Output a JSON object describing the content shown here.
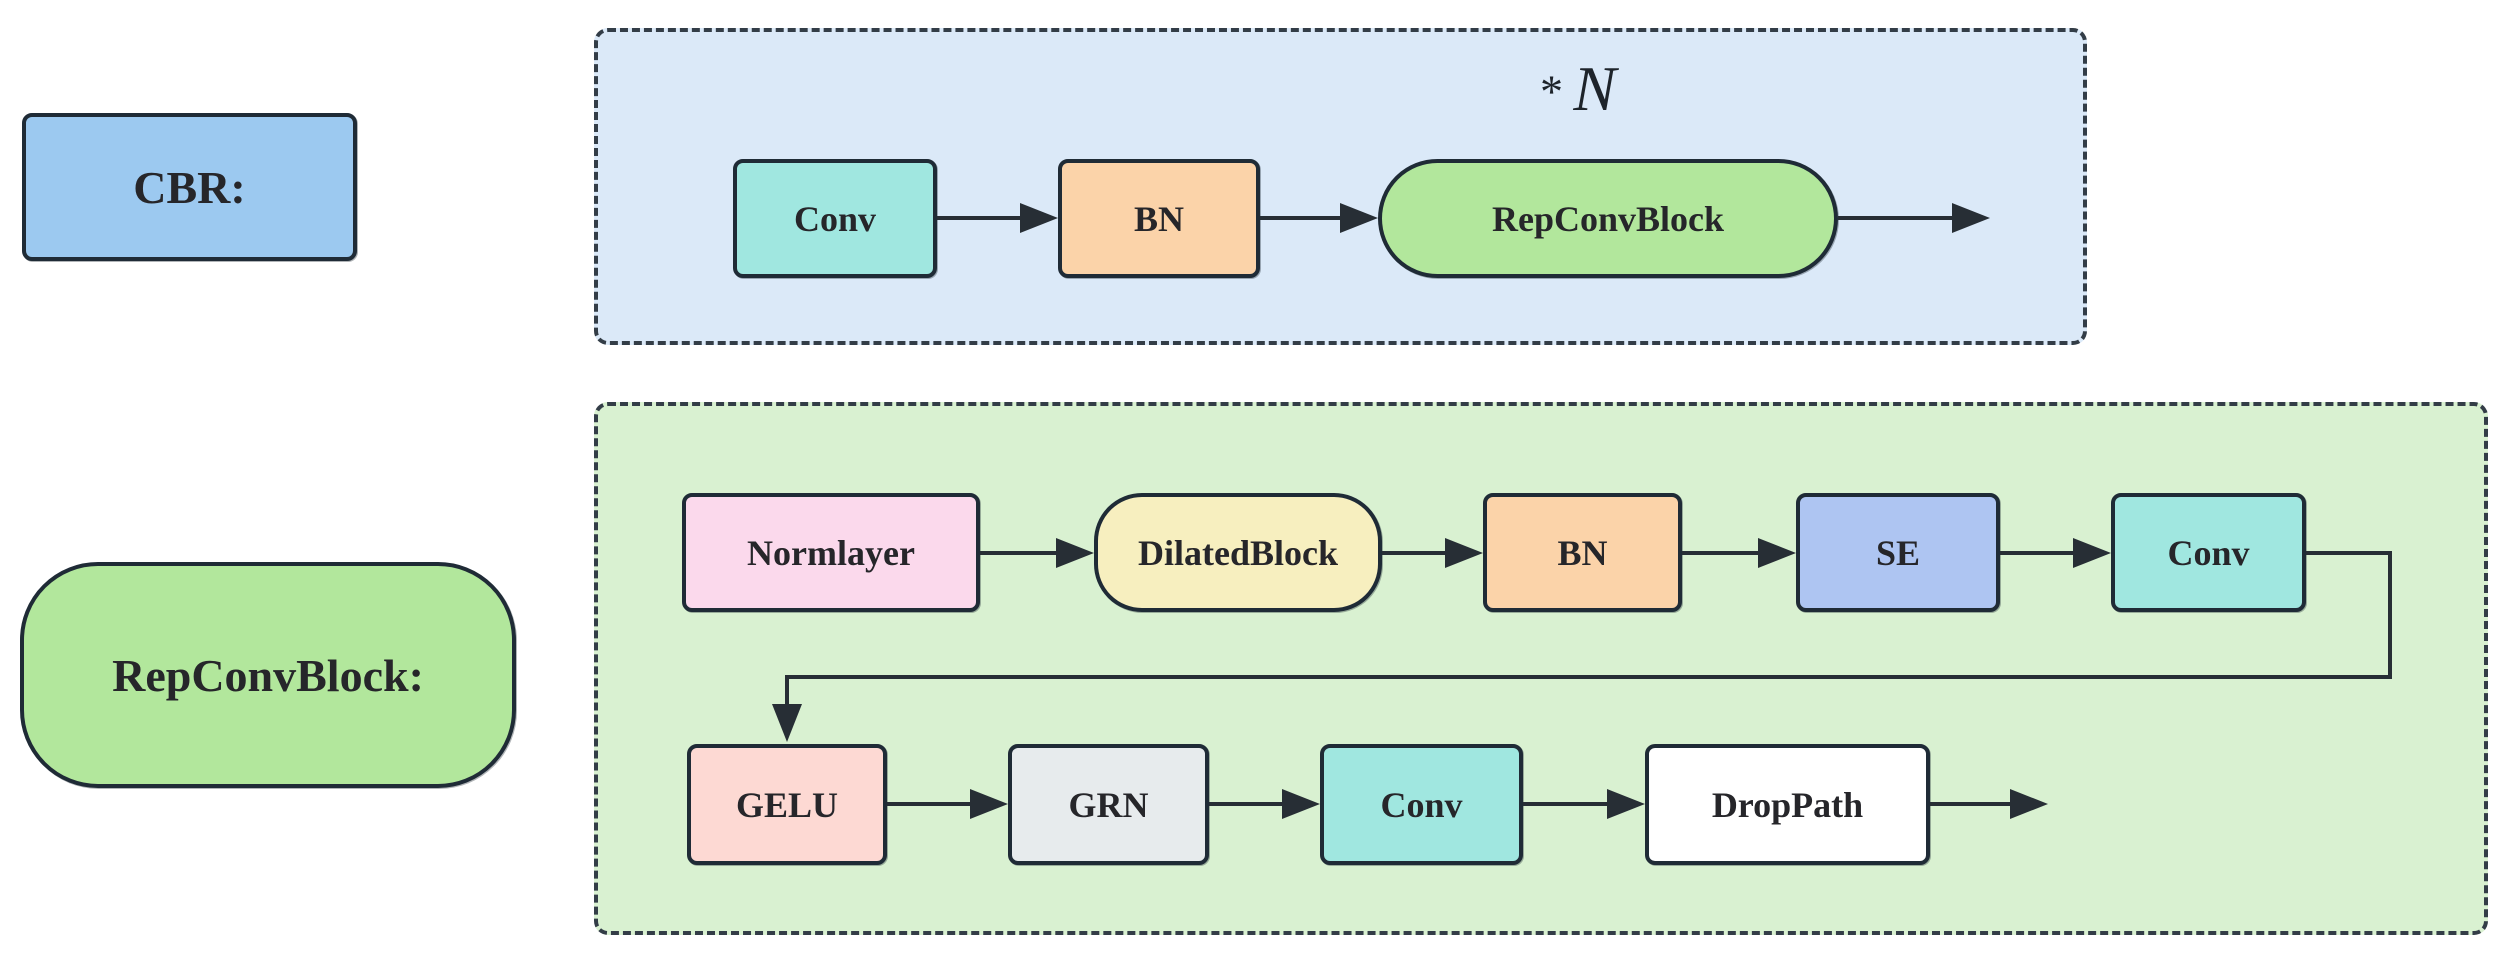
{
  "legend": {
    "cbr": {
      "label": "CBR:"
    },
    "repconvblock": {
      "label": "RepConvBlock:"
    }
  },
  "cbr_definition": {
    "repeat": {
      "prefix": "*",
      "variable": "N"
    },
    "nodes": [
      {
        "label": "Conv"
      },
      {
        "label": "BN"
      },
      {
        "label": "RepConvBlock"
      }
    ]
  },
  "repconvblock_definition": {
    "row1": [
      {
        "label": "Normlayer"
      },
      {
        "label": "DilatedBlock"
      },
      {
        "label": "BN"
      },
      {
        "label": "SE"
      },
      {
        "label": "Conv"
      }
    ],
    "row2": [
      {
        "label": "GELU"
      },
      {
        "label": "GRN"
      },
      {
        "label": "Conv"
      },
      {
        "label": "DropPath"
      }
    ]
  },
  "colors": {
    "border": "#1f2b36",
    "dash": "#333d47",
    "arrow": "#272e35",
    "legend_cbr_fill": "#9cc9f0",
    "cbr_container_fill": "#dbe9f8",
    "repconv_container_fill": "#d9f1d1",
    "conv_fill": "#a0e7e0",
    "bn_fill": "#fbd3a9",
    "repconvblock_fill": "#b2e79c",
    "normlayer_fill": "#fbd9ec",
    "dilatedblock_fill": "#f7efbf",
    "se_fill": "#aec5f2",
    "gelu_fill": "#fdd9d3",
    "grn_fill": "#e7ebed",
    "droppath_fill": "#ffffff"
  }
}
